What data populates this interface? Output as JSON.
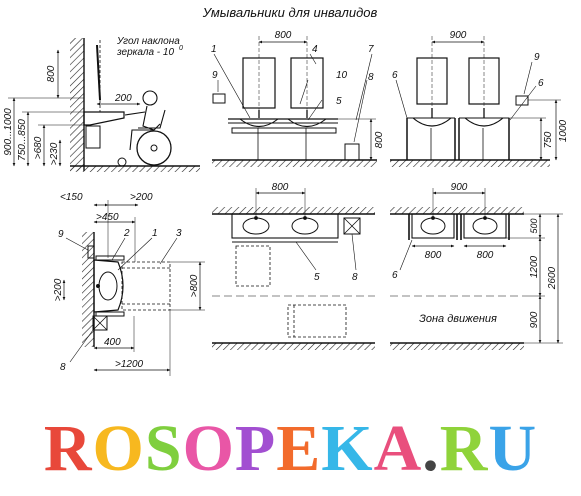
{
  "title": "Умывальники для инвалидов",
  "mirror_note": {
    "line1": "Угол наклона",
    "line2": "зеркала - 10",
    "degree": "0"
  },
  "side_view": {
    "dims": [
      "800",
      "200",
      "900...1000",
      "750...850",
      ">680",
      ">230"
    ]
  },
  "front_view_left": {
    "dim_top": "800",
    "dim_right": "800",
    "callouts": [
      "1",
      "4",
      "10",
      "5",
      "7",
      "8",
      "9"
    ]
  },
  "front_view_right": {
    "dim_top": "900",
    "dim_right_a": "750",
    "dim_right_b": "1000",
    "callouts": [
      "6",
      "9",
      "6"
    ]
  },
  "plan_left": {
    "dims": [
      "<150",
      ">200",
      ">450",
      ">200",
      ">800",
      "400",
      ">1200"
    ],
    "callouts": [
      "9",
      "2",
      "1",
      "3",
      "8"
    ]
  },
  "plan_middle": {
    "dim_top": "800",
    "callouts": [
      "5",
      "8"
    ]
  },
  "plan_right": {
    "dim_top": "900",
    "dim_a": "800",
    "dim_b": "800",
    "dims_vertical": [
      "500",
      "1200",
      "900",
      "2600"
    ],
    "callouts": [
      "6"
    ],
    "zone_label": "Зона движения"
  },
  "watermark": {
    "letters": [
      "R",
      "O",
      "S",
      "O",
      "P",
      "E",
      "K",
      "A",
      ".",
      "R",
      "U"
    ],
    "colors": [
      "#e8483a",
      "#f7b81f",
      "#7fcf3e",
      "#e956a6",
      "#a24fd1",
      "#f26b2c",
      "#36b7e8",
      "#e94f7d",
      "#444444",
      "#8fd33a",
      "#3aa3e8"
    ]
  }
}
